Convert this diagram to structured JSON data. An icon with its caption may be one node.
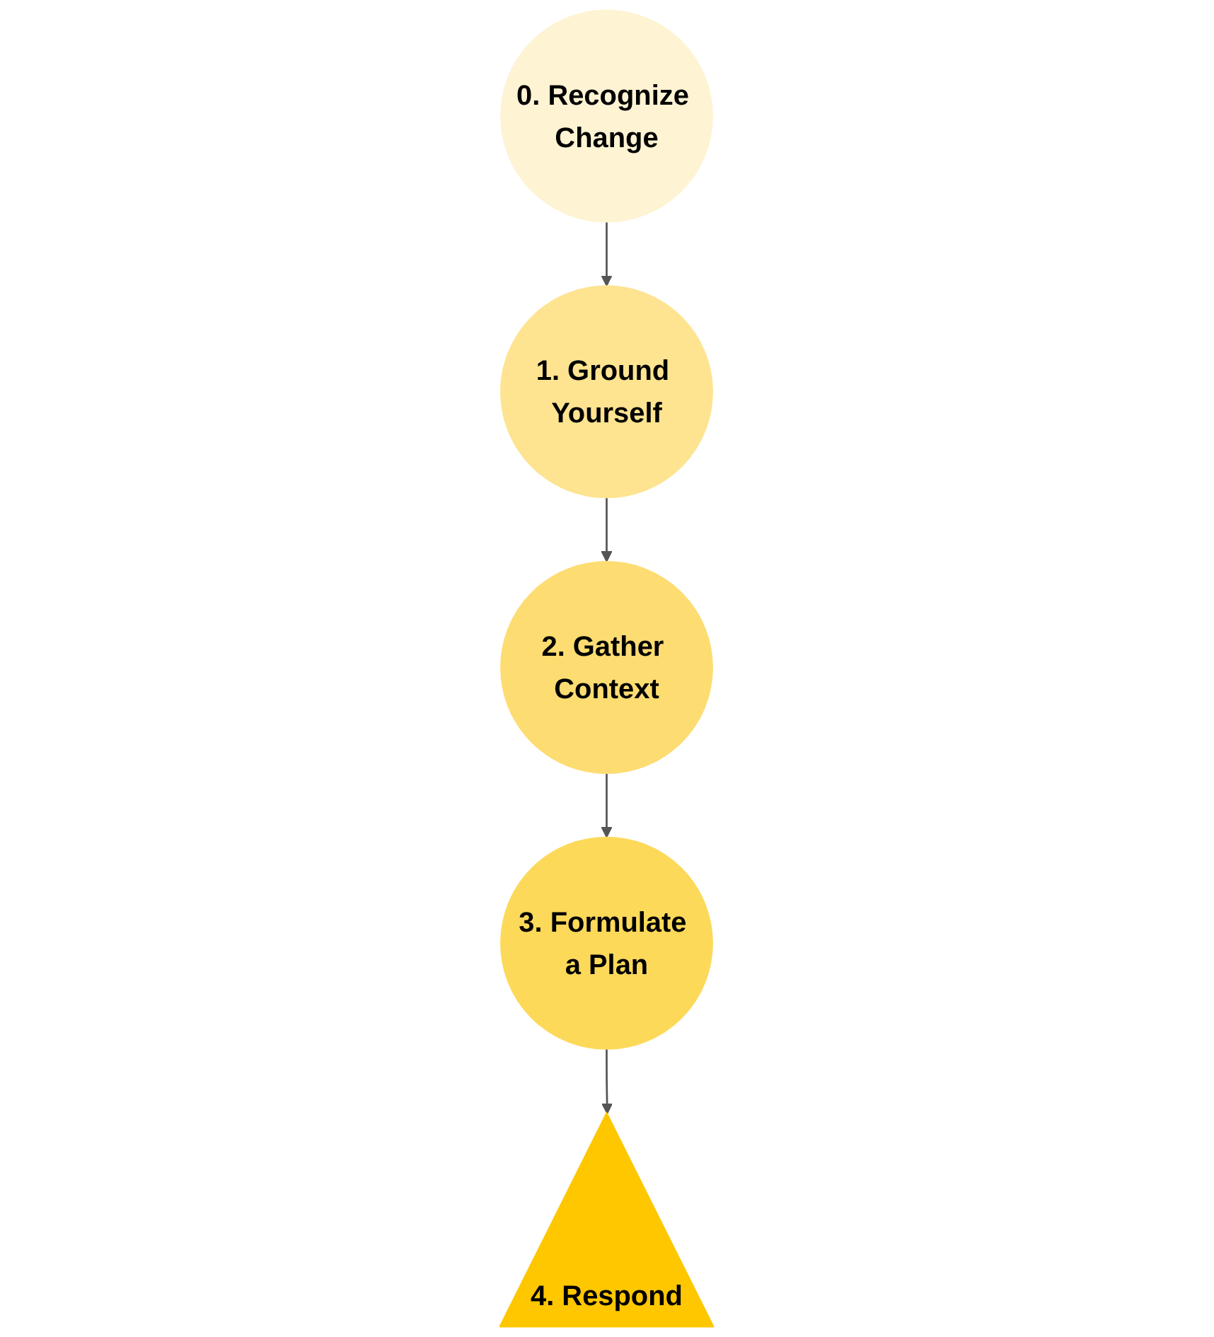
{
  "diagram": {
    "nodes": [
      {
        "text": [
          "1. Ground Yourself"
        ]
      },
      {
        "text": [
          "2. Gather Context"
        ]
      },
      {
        "text": [
          "3. Formulate a Plan"
        ]
      },
      {
        "text": [
          "4. Respond"
        ]
      },
      {
        "text": [
          "0. Recognize Change"
        ]
      }
    ],
    "edges": [
      {
        "from": 4,
        "to": 0,
        "arrow": "to"
      },
      {
        "from": 0,
        "to": 1,
        "arrow": "to"
      },
      {
        "from": 1,
        "to": 2,
        "arrow": "to"
      },
      {
        "from": 2,
        "to": 3,
        "arrow": "to"
      }
    ]
  }
}
